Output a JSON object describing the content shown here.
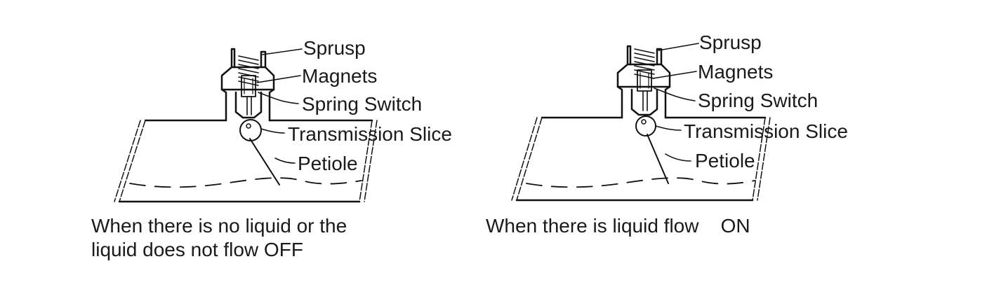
{
  "diagrams": [
    {
      "state": "off",
      "labels": {
        "sprusp": "Sprusp",
        "magnets": "Magnets",
        "spring_switch": "Spring Switch",
        "transmission_slice": "Transmission Slice",
        "petiole": "Petiole"
      },
      "caption": {
        "line1": "When there is no liquid or the",
        "line2": "liquid does not flow  OFF"
      }
    },
    {
      "state": "on",
      "labels": {
        "sprusp": "Sprusp",
        "magnets": "Magnets",
        "spring_switch": "Spring Switch",
        "transmission_slice": "Transmission Slice",
        "petiole": "Petiole"
      },
      "caption": {
        "line1": "When there is liquid flow    ON"
      }
    }
  ]
}
